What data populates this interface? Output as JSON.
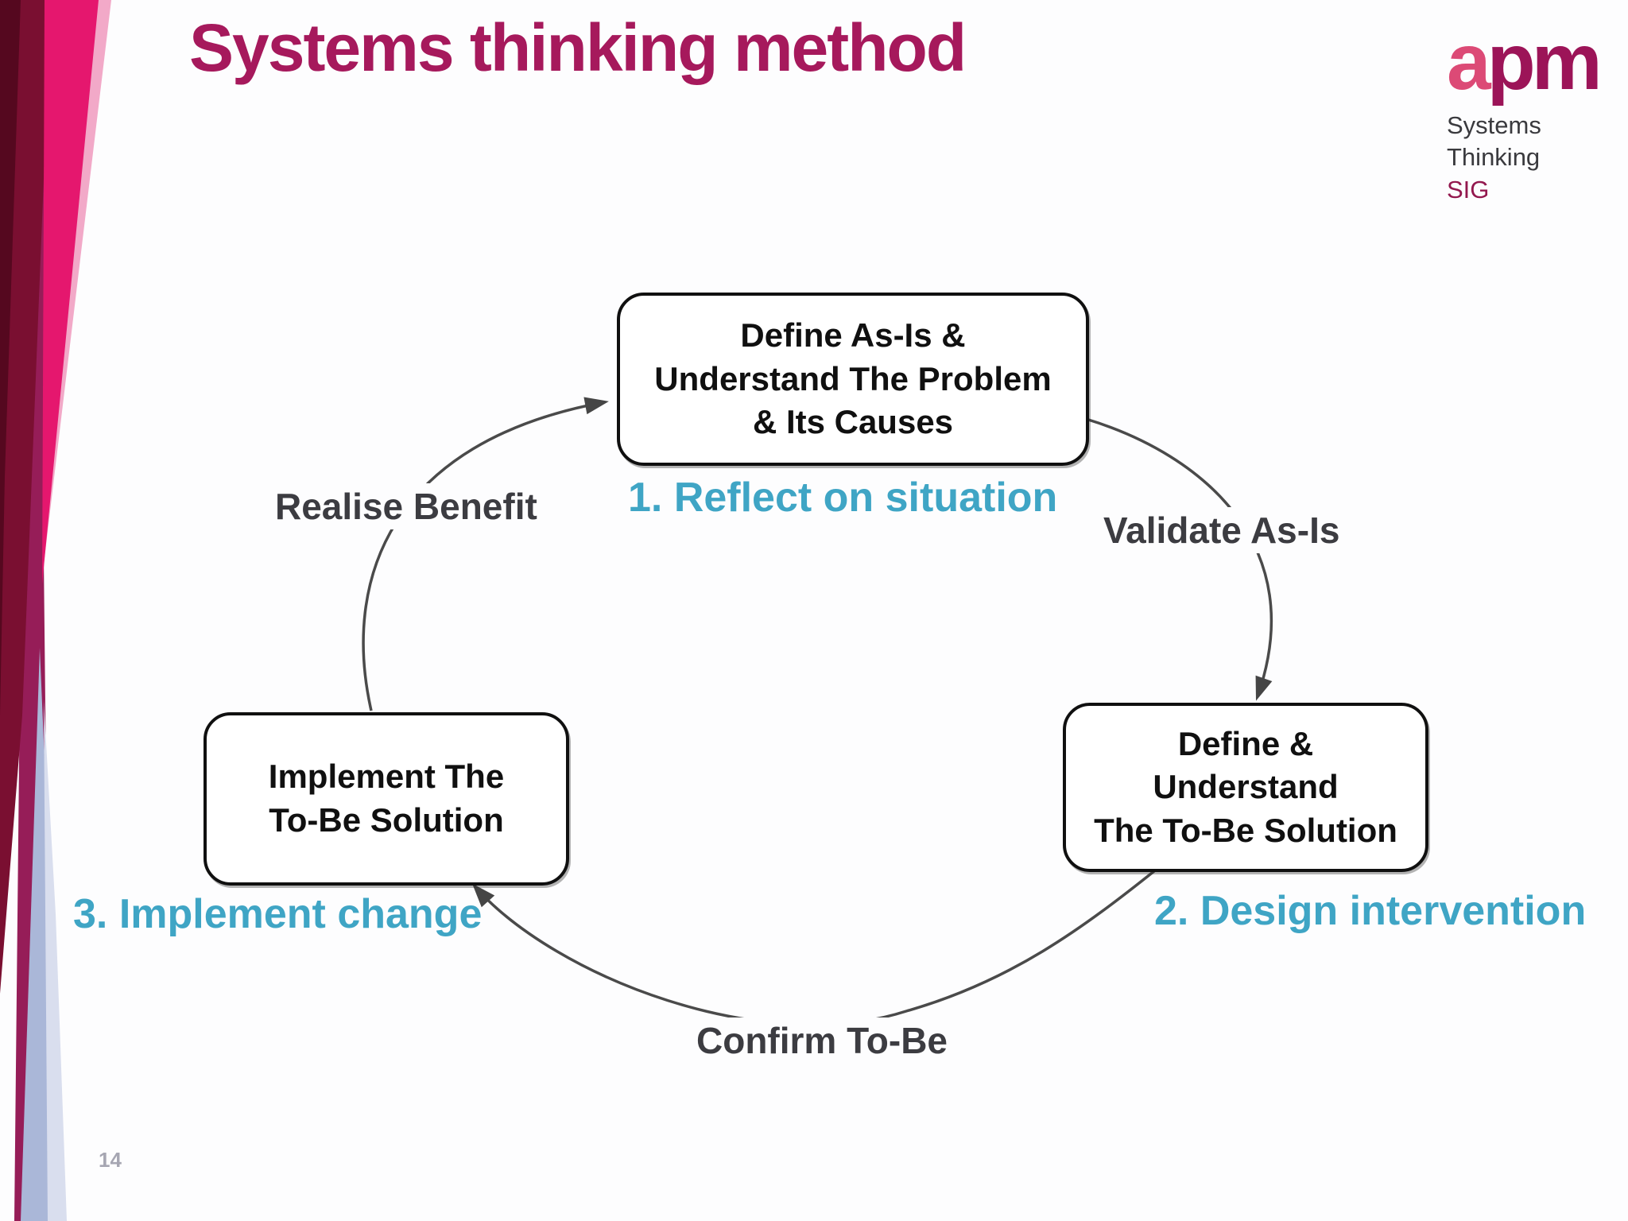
{
  "slide": {
    "title": "Systems thinking method",
    "page_number": "14"
  },
  "logo": {
    "brand_a": "a",
    "brand_pm": "pm",
    "subtitle_line1": "Systems",
    "subtitle_line2": "Thinking",
    "subtitle_line3": "SIG"
  },
  "diagram": {
    "boxes": {
      "top": {
        "lines": [
          "Define As-Is &",
          "Understand The Problem",
          "& Its Causes"
        ]
      },
      "right": {
        "lines": [
          "Define &",
          "Understand",
          "The To-Be Solution"
        ]
      },
      "left": {
        "lines": [
          "Implement The",
          "To-Be Solution"
        ]
      }
    },
    "arrow_labels": {
      "realise_benefit": "Realise Benefit",
      "validate_as_is": "Validate As-Is",
      "confirm_to_be": "Confirm To-Be"
    },
    "step_labels": {
      "step1": "1. Reflect on situation",
      "step2": "2. Design intervention",
      "step3": "3. Implement change"
    }
  },
  "colors": {
    "title": "#a6195c",
    "logo_a": "#dc4a76",
    "logo_pm": "#9c1458",
    "logo_sig": "#93184e",
    "step_label_teal": "#3fa5c5",
    "arrow_gray": "#4a4a4a",
    "band_pink": "#e5176e",
    "band_maroon": "#7a0f31",
    "band_dark_maroon": "#55081f",
    "band_magenta": "#961d58",
    "band_blue": "#aab7d8",
    "band_blue_light": "#d9deee"
  }
}
